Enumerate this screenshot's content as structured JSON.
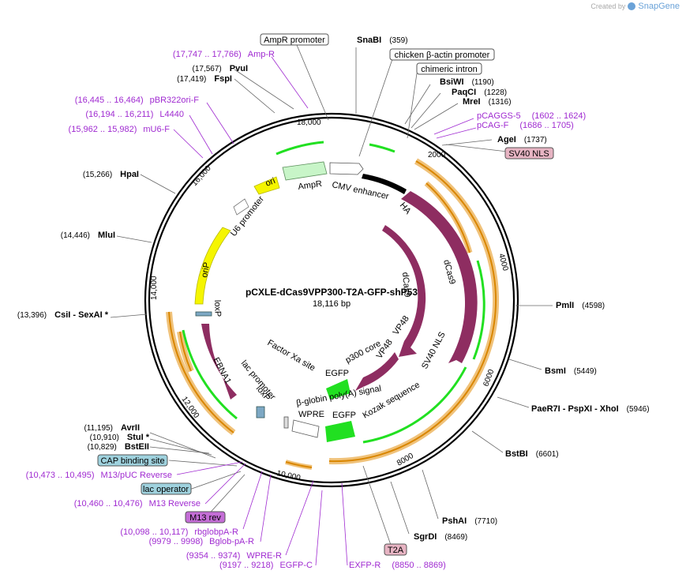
{
  "branding": {
    "prefix": "Created by",
    "name": "SnapGene"
  },
  "plasmid": {
    "name": "pCXLE-dCas9VPP300-T2A-GFP-shP53",
    "length": "18,116 bp"
  },
  "ticks": [
    "2000",
    "4000",
    "6000",
    "8000",
    "10,000",
    "12,000",
    "14,000",
    "16,000",
    "18,000"
  ],
  "sites": [
    {
      "name": "SnaBI",
      "pos": "(359)"
    },
    {
      "name": "BsiWI",
      "pos": "(1190)"
    },
    {
      "name": "PaqCI",
      "pos": "(1228)"
    },
    {
      "name": "MreI",
      "pos": "(1316)"
    },
    {
      "name": "AgeI",
      "pos": "(1737)"
    },
    {
      "name": "PmlI",
      "pos": "(4598)"
    },
    {
      "name": "BsmI",
      "pos": "(5449)"
    },
    {
      "name": "PaeR7I   -  PspXI   -  XhoI",
      "pos": "(5946)"
    },
    {
      "name": "BstBI",
      "pos": "(6601)"
    },
    {
      "name": "PshAI",
      "pos": "(7710)"
    },
    {
      "name": "SgrDI",
      "pos": "(8469)"
    },
    {
      "name": "AvrII",
      "pos": "(11,195)"
    },
    {
      "name": "StuI *",
      "pos": "(10,910)"
    },
    {
      "name": "BstEII",
      "pos": "(10,829)"
    },
    {
      "name": "CsiI   -  SexAI *",
      "pos": "(13,396)"
    },
    {
      "name": "MluI",
      "pos": "(14,446)"
    },
    {
      "name": "HpaI",
      "pos": "(15,266)"
    },
    {
      "name": "FspI",
      "pos": "(17,419)"
    },
    {
      "name": "PvuI",
      "pos": "(17,567)"
    }
  ],
  "primers": [
    {
      "name": "Amp-R",
      "pos": "(17,747 .. 17,766)"
    },
    {
      "name": "pBR322ori-F",
      "pos": "(16,445 .. 16,464)"
    },
    {
      "name": "L4440",
      "pos": "(16,194 .. 16,211)"
    },
    {
      "name": "mU6-F",
      "pos": "(15,962 .. 15,982)"
    },
    {
      "name": "pCAGGS-5",
      "pos": "(1602 .. 1624)"
    },
    {
      "name": "pCAG-F",
      "pos": "(1686 .. 1705)"
    },
    {
      "name": "M13/pUC Reverse",
      "pos": "(10,473 .. 10,495)"
    },
    {
      "name": "M13 Reverse",
      "pos": "(10,460 .. 10,476)"
    },
    {
      "name": "rbglobpA-R",
      "pos": "(10,098 .. 10,117)"
    },
    {
      "name": "Bglob-pA-R",
      "pos": "(9979 .. 9998)"
    },
    {
      "name": "WPRE-R",
      "pos": "(9354 .. 9374)"
    },
    {
      "name": "EGFP-C",
      "pos": "(9197 .. 9218)"
    },
    {
      "name": "EXFP-R",
      "pos": "(8850 .. 8869)"
    }
  ],
  "boxed_labels": [
    {
      "text": "AmpR promoter"
    },
    {
      "text": "chicken β-actin promoter"
    },
    {
      "text": "chimeric intron"
    },
    {
      "text": "SV40 NLS"
    },
    {
      "text": "CAP binding site"
    },
    {
      "text": "lac operator"
    },
    {
      "text": "M13 rev"
    },
    {
      "text": "T2A"
    }
  ],
  "feature_labels": [
    "AmpR",
    "CMV enhancer",
    "ori",
    "U6 promoter",
    "oriP",
    "loxP",
    "EBNA1",
    "HA",
    "dCas9",
    "dCas9",
    "VP48",
    "VP48",
    "p300 core",
    "SV40 NLS",
    "Factor Xa site",
    "lac promoter",
    "loxP",
    "EGFP",
    "β-globin poly(A) signal",
    "WPRE",
    "EGFP",
    "Kozak sequence"
  ],
  "colors": {
    "backbone": "#000000",
    "cas9": "#8e2d61",
    "gfp": "#21e021",
    "ori": "#f5f500",
    "ampr": "#c8f5c8",
    "orf_fill": "#f0c27a",
    "orf_stroke": "#d98600",
    "primer": "#a02bd1",
    "pink_box": "#e7b4c3",
    "blue_box": "#9fd2de"
  }
}
